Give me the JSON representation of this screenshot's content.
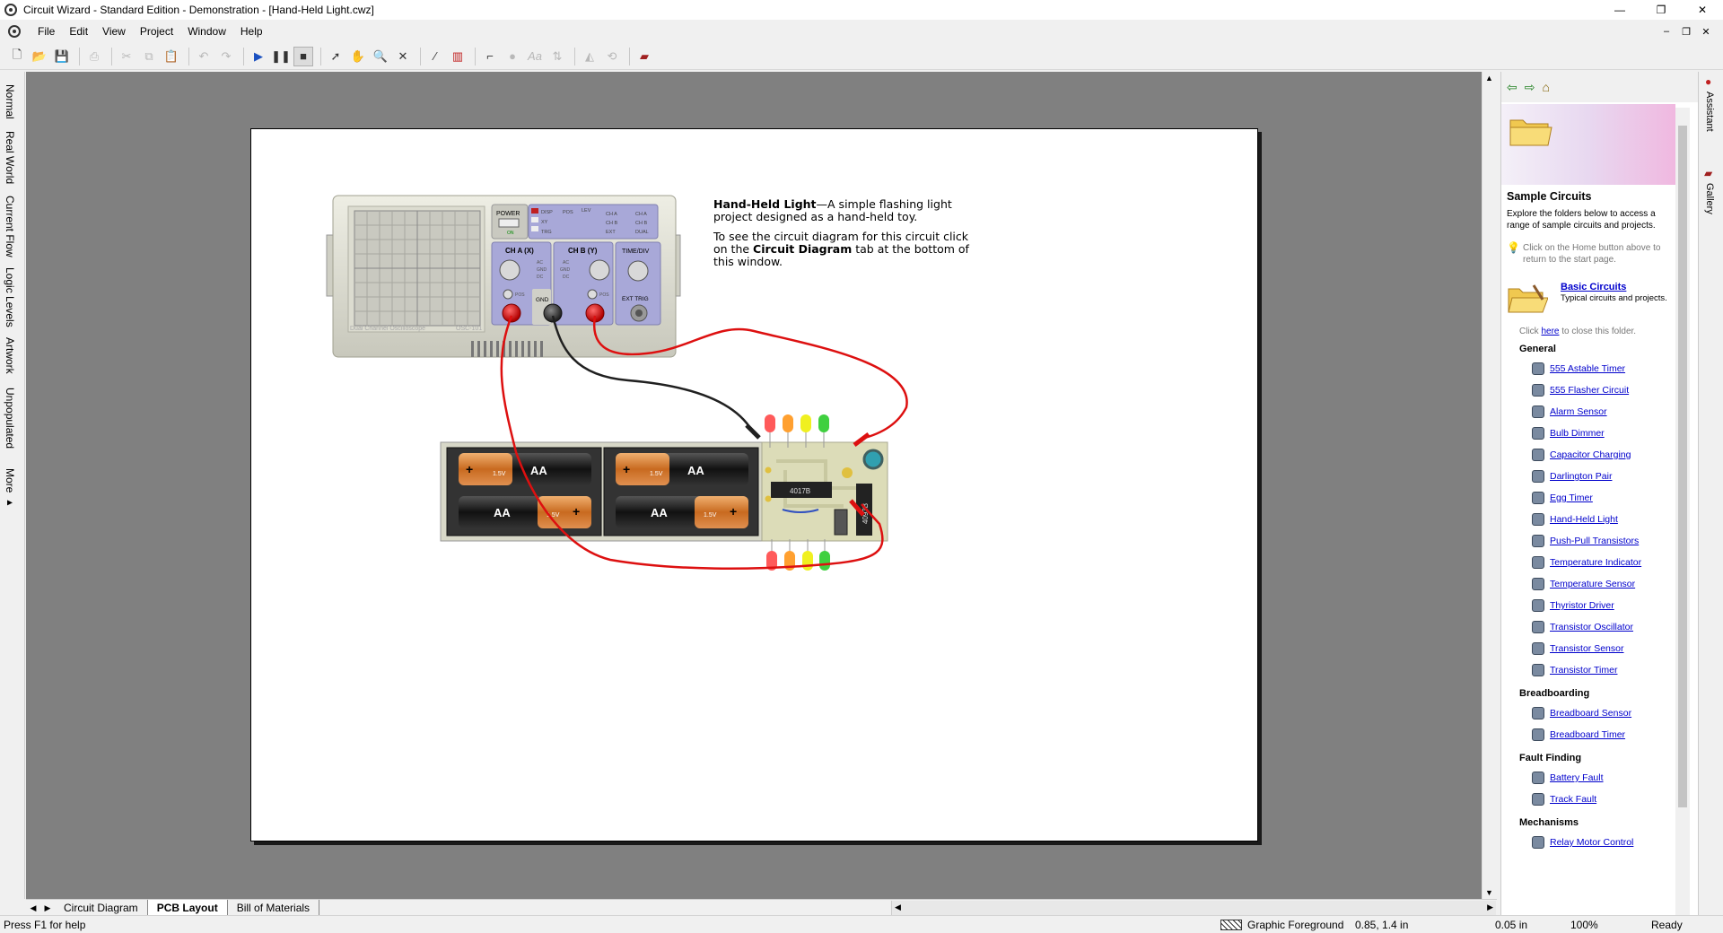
{
  "window": {
    "title": "Circuit Wizard - Standard Edition - Demonstration - [Hand-Held Light.cwz]",
    "minimize": "—",
    "maximize": "❐",
    "close": "✕"
  },
  "menu": {
    "items": [
      "File",
      "Edit",
      "View",
      "Project",
      "Window",
      "Help"
    ],
    "mdi": {
      "minimize": "–",
      "restore": "❐",
      "close": "✕"
    }
  },
  "left_tabs": [
    "Normal",
    "Real World",
    "Current Flow",
    "Logic Levels",
    "Artwork",
    "Unpopulated",
    "More ▸"
  ],
  "canvas": {
    "description": {
      "title": "Hand-Held Light",
      "line1": "—A simple flashing light project designed as a hand-held toy.",
      "line2a": "To see the circuit diagram for this circuit click on the ",
      "line2b": "Circuit Diagram",
      "line2c": " tab at the bottom of this window."
    },
    "oscilloscope": {
      "power": "POWER",
      "on": "ON",
      "disp": "DISP",
      "pos": "POS",
      "lev": "LEV",
      "xy": "XY",
      "trg": "TRG",
      "ch_a": "CH A",
      "ch_b": "CH B",
      "ext": "EXT",
      "dual": "DUAL",
      "ch_a_x": "CH A (X)",
      "ch_b_y": "CH B (Y)",
      "time_div": "TIME/DIV",
      "ac": "AC",
      "gnd": "GND",
      "dc": "DC",
      "gnd_term": "GND",
      "ext_trig": "EXT TRIG",
      "model": "Dual Channel Oscilloscope",
      "model_no": "OSC-101"
    },
    "batteries": {
      "voltage": "1.5V",
      "size": "AA"
    },
    "chips": {
      "ic1": "4017B",
      "ic2": "4093B"
    }
  },
  "doc_tabs": [
    "Circuit Diagram",
    "PCB Layout",
    "Bill of Materials"
  ],
  "active_doc_tab": "PCB Layout",
  "status": {
    "help": "Press F1 for help",
    "mode": "Graphic Foreground",
    "coords": "0.85, 1.4 in",
    "grid": "0.05 in",
    "zoom": "100%",
    "ready": "Ready"
  },
  "assistant": {
    "section_title": "Sample Circuits",
    "intro": "Explore the folders below to access a range of sample circuits and projects.",
    "tip": "Click on the Home button above to return to the start page.",
    "basic_title": "Basic Circuits",
    "basic_sub": "Typical circuits and projects.",
    "close_a": "Click ",
    "close_here": "here",
    "close_b": " to close this folder.",
    "groups": [
      {
        "name": "General",
        "items": [
          "555 Astable Timer",
          "555 Flasher Circuit",
          "Alarm Sensor",
          "Bulb Dimmer",
          "Capacitor Charging",
          "Darlington Pair",
          "Egg Timer",
          "Hand-Held Light",
          "Push-Pull Transistors",
          "Temperature Indicator",
          "Temperature Sensor",
          "Thyristor Driver",
          "Transistor Oscillator",
          "Transistor Sensor",
          "Transistor Timer"
        ]
      },
      {
        "name": "Breadboarding",
        "items": [
          "Breadboard Sensor",
          "Breadboard Timer"
        ]
      },
      {
        "name": "Fault Finding",
        "items": [
          "Battery Fault",
          "Track Fault"
        ]
      },
      {
        "name": "Mechanisms",
        "items": [
          "Relay Motor Control"
        ]
      }
    ]
  },
  "side_tabs": [
    "Assistant",
    "Gallery"
  ],
  "colors": {
    "workspace": "#808080",
    "link": "#0000cc",
    "probe_red": "#dd1010",
    "wire_black": "#202020"
  }
}
